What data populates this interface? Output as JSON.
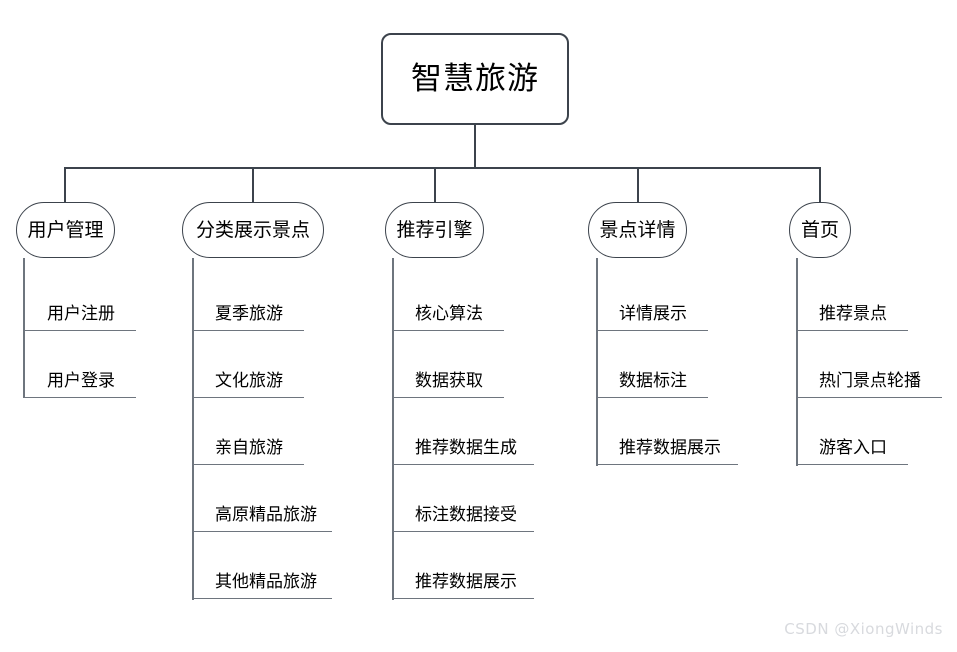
{
  "diagram": {
    "type": "org-tree",
    "root": {
      "label": "智慧旅游"
    },
    "branches": [
      {
        "label": "用户管理",
        "leaves": [
          "用户注册",
          "用户登录"
        ]
      },
      {
        "label": "分类展示景点",
        "leaves": [
          "夏季旅游",
          "文化旅游",
          "亲自旅游",
          "高原精品旅游",
          "其他精品旅游"
        ]
      },
      {
        "label": "推荐引擎",
        "leaves": [
          "核心算法",
          "数据获取",
          "推荐数据生成",
          "标注数据接受",
          "推荐数据展示"
        ]
      },
      {
        "label": "景点详情",
        "leaves": [
          "详情展示",
          "数据标注",
          "推荐数据展示"
        ]
      },
      {
        "label": "首页",
        "leaves": [
          "推荐景点",
          "热门景点轮播",
          "游客入口"
        ]
      }
    ]
  },
  "watermark": {
    "text": "CSDN @XiongWinds"
  },
  "colors": {
    "stroke_dark": "#3c434c",
    "stroke_light": "#6e757e",
    "text": "#000000",
    "background": "#ffffff",
    "watermark": "#d8dade"
  }
}
